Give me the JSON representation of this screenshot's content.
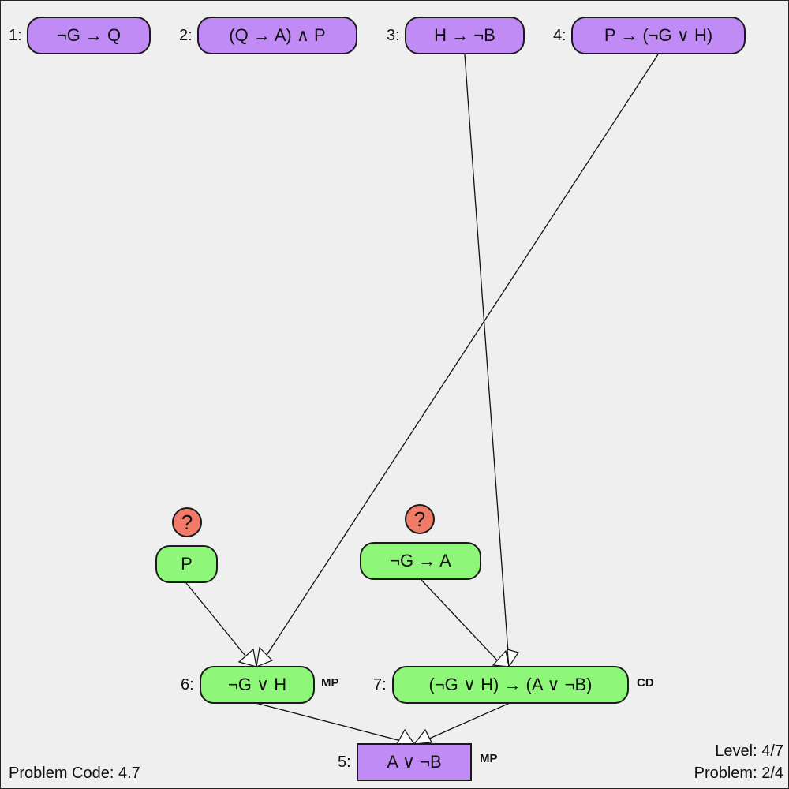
{
  "premises": [
    {
      "num": "1:",
      "formula": "¬G → Q"
    },
    {
      "num": "2:",
      "formula": "(Q → A) ∧ P"
    },
    {
      "num": "3:",
      "formula": "H → ¬B"
    },
    {
      "num": "4:",
      "formula": "P → (¬G ∨ H)"
    }
  ],
  "goal": {
    "num": "5:",
    "formula": "A ∨ ¬B",
    "rule": "MP"
  },
  "derived": [
    {
      "num": "6:",
      "formula": "¬G ∨ H",
      "rule": "MP"
    },
    {
      "num": "7:",
      "formula": "(¬G ∨ H) → (A ∨ ¬B)",
      "rule": "CD"
    }
  ],
  "open_subgoals": [
    {
      "formula": "P",
      "button": "?"
    },
    {
      "formula": "¬G → A",
      "button": "?"
    }
  ],
  "status": {
    "problem_code": "Problem Code: 4.7",
    "level": "Level: 4/7",
    "problem": "Problem: 2/4"
  },
  "colors": {
    "premise": "#c08bf5",
    "derived": "#8ef77a",
    "question": "#f07b68"
  }
}
